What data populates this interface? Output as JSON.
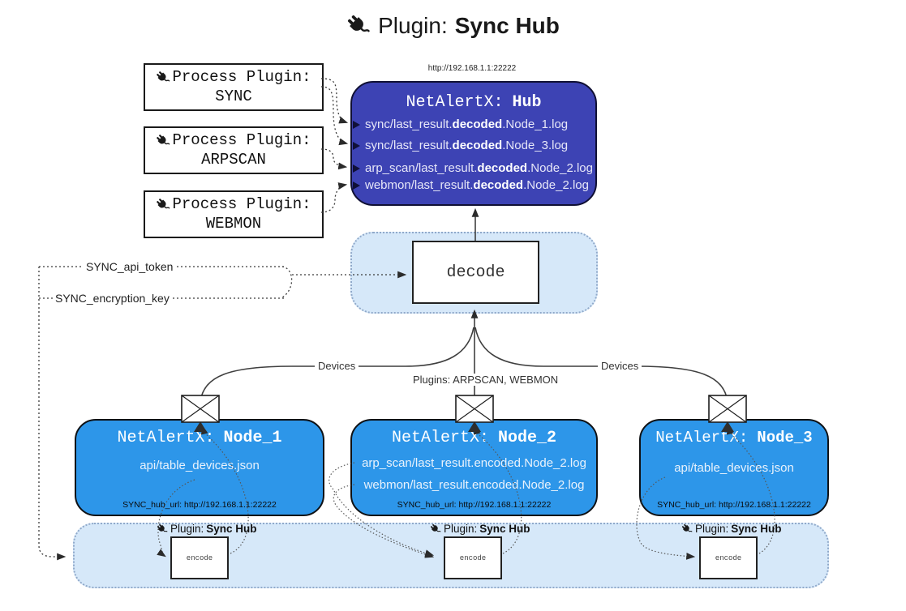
{
  "title": {
    "label": "Plugin:",
    "name": "Sync Hub"
  },
  "hub": {
    "url": "http://192.168.1.1:22222",
    "name_prefix": "NetAlertX:",
    "name": "Hub",
    "logs": [
      {
        "pre": "sync/last_result.",
        "bold": "decoded",
        "post": ".Node_1.log"
      },
      {
        "pre": "sync/last_result.",
        "bold": "decoded",
        "post": ".Node_3.log"
      },
      {
        "pre": "arp_scan/last_result.",
        "bold": "decoded",
        "post": ".Node_2.log"
      },
      {
        "pre": "webmon/last_result.",
        "bold": "decoded",
        "post": ".Node_2.log"
      }
    ]
  },
  "process_plugins": [
    {
      "label": "Process Plugin:",
      "name": "SYNC"
    },
    {
      "label": "Process Plugin:",
      "name": "ARPSCAN"
    },
    {
      "label": "Process Plugin:",
      "name": "WEBMON"
    }
  ],
  "decode_label": "decode",
  "config": {
    "api_token": "SYNC_api_token",
    "encryption_key": "SYNC_encryption_key"
  },
  "edge_labels": {
    "devices_left": "Devices",
    "plugins_center": "Plugins: ARPSCAN, WEBMON",
    "devices_right": "Devices"
  },
  "nodes": [
    {
      "name_prefix": "NetAlertX:",
      "name": "Node_1",
      "files": [
        "api/table_devices.json"
      ],
      "hub_url": "SYNC_hub_url: http://192.168.1.1:22222"
    },
    {
      "name_prefix": "NetAlertX:",
      "name": "Node_2",
      "files": [
        "arp_scan/last_result.encoded.Node_2.log",
        "webmon/last_result.encoded.Node_2.log"
      ],
      "hub_url": "SYNC_hub_url: http://192.168.1.1:22222"
    },
    {
      "name_prefix": "NetAlertX:",
      "name": "Node_3",
      "files": [
        "api/table_devices.json"
      ],
      "hub_url": "SYNC_hub_url: http://192.168.1.1:22222"
    }
  ],
  "encode_band": {
    "plugin_label": "Plugin:",
    "plugin_name": "Sync Hub",
    "encode_label": "encode"
  },
  "colors": {
    "hub_fill": "#3D43B4",
    "node_fill": "#2D96E9",
    "band_fill": "#D6E8F9",
    "band_border": "#90A9CA",
    "arrow_dark": "#2B2B2B"
  }
}
